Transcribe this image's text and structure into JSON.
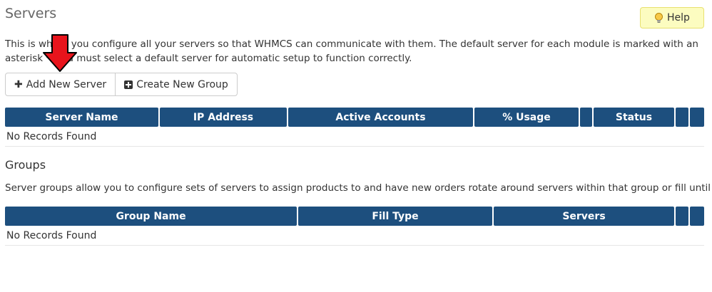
{
  "header": {
    "title": "Servers",
    "help_label": "Help"
  },
  "intro": {
    "text": "This is where you configure all your servers so that WHMCS can communicate with them. The default server for each module is marked with an asterisk *. You must select a default server for automatic setup to function correctly."
  },
  "toolbar": {
    "add_server_label": "Add New Server",
    "create_group_label": "Create New Group"
  },
  "servers_table": {
    "columns": [
      "Server Name",
      "IP Address",
      "Active Accounts",
      "% Usage",
      "",
      "Status",
      "",
      ""
    ],
    "empty_message": "No Records Found"
  },
  "groups": {
    "title": "Groups",
    "description": "Server groups allow you to configure sets of servers to assign products to and have new orders rotate around servers within that group or fill until full."
  },
  "groups_table": {
    "columns": [
      "Group Name",
      "Fill Type",
      "Servers",
      "",
      ""
    ],
    "empty_message": "No Records Found"
  },
  "colors": {
    "table_header": "#1d4f7e",
    "help_bg": "#fcfcc0",
    "arrow": "#e8141c"
  },
  "icons": {
    "help": "lightbulb-icon",
    "add_server": "plus-icon",
    "create_group": "plus-square-icon",
    "annotation": "red-arrow-down-icon"
  }
}
